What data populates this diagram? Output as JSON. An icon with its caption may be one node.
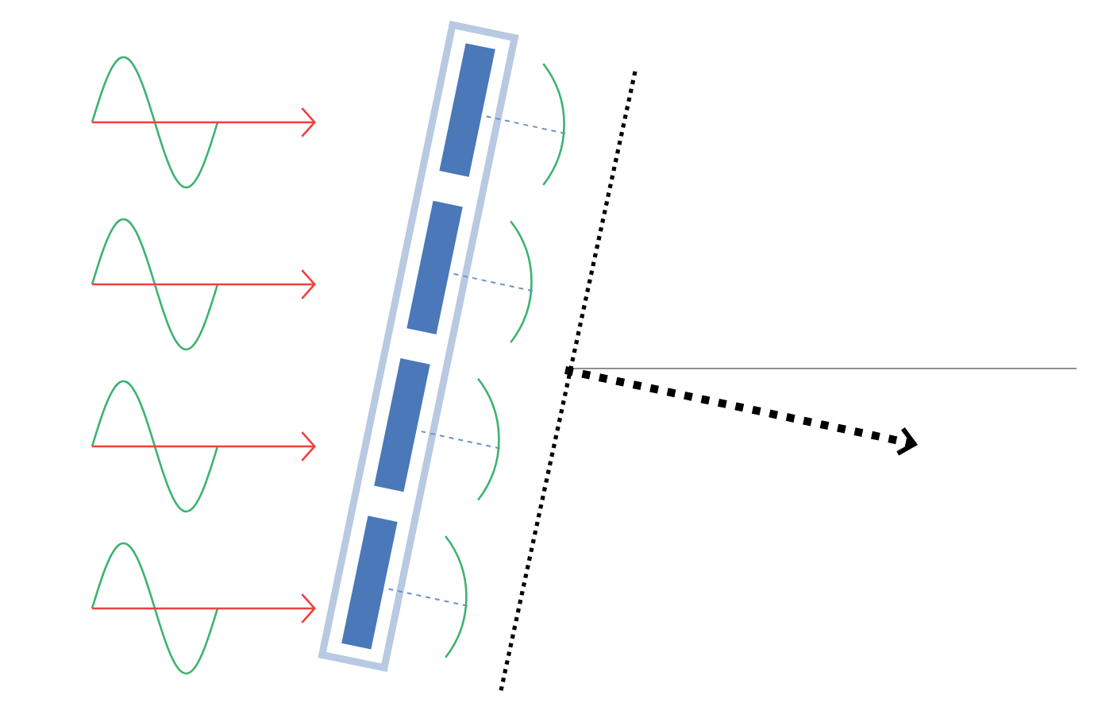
{
  "diagram": {
    "nodes": [
      {
        "text": [],
        "shape": "box"
      },
      {
        "text": [],
        "shape": "bar",
        "in": 0
      },
      {
        "text": [],
        "shape": "bar",
        "in": 0
      },
      {
        "text": [],
        "shape": "bar",
        "in": 0
      },
      {
        "text": [],
        "shape": "bar",
        "in": 0
      }
    ]
  }
}
